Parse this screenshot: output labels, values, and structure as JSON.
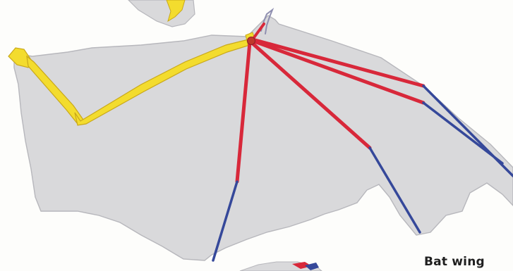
{
  "caption": "Bat wing",
  "colors": {
    "background": "#fdfdfb",
    "membrane": "#d9d9db",
    "membrane_edge": "#b7b7bc",
    "arm_bones": "#f3dc2e",
    "arm_bone_outline": "#c9a81a",
    "finger_bones_proximal": "#d8283a",
    "finger_bones_distal": "#35489a"
  },
  "parts": [
    "membrane",
    "arm-bones",
    "finger-bones"
  ]
}
